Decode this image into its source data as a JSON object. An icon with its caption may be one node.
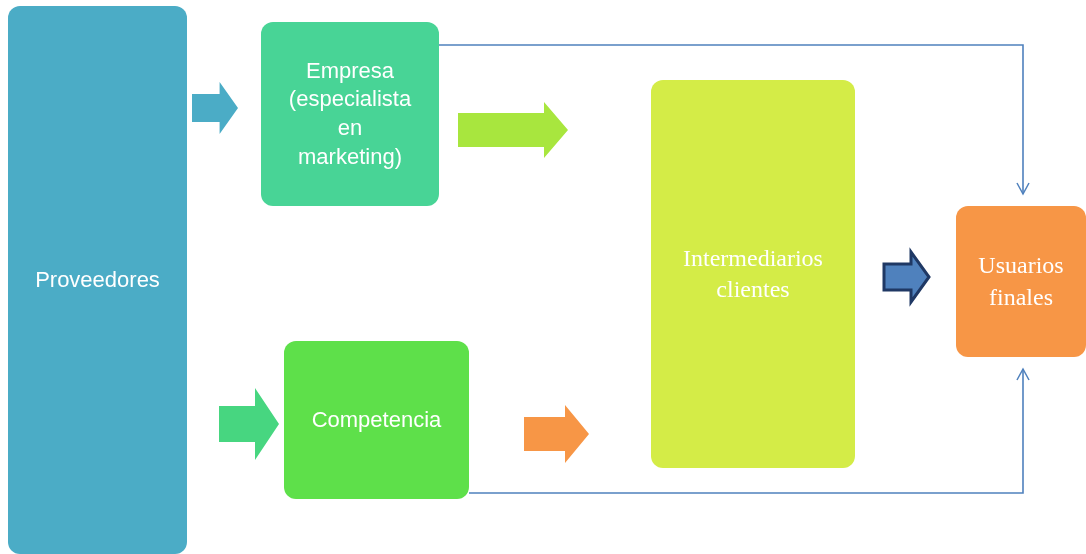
{
  "diagram": {
    "nodes": [
      {
        "text": [
          "Proveedores"
        ]
      },
      {
        "text": [
          "Empresa (especialista en marketing)"
        ]
      },
      {
        "text": [
          "Competencia"
        ]
      },
      {
        "text": [
          "Intermediarios clientes"
        ]
      },
      {
        "text": [
          "Usuarios finales"
        ]
      }
    ],
    "edges": [
      {
        "from": 0,
        "to": 1,
        "arrow": "to",
        "style": "thick",
        "color": "#4bacc6"
      },
      {
        "from": 0,
        "to": 2,
        "arrow": "to",
        "style": "thick",
        "color": "#47d680"
      },
      {
        "from": 1,
        "to": 3,
        "arrow": "to",
        "style": "thick",
        "color": "#a8e63e"
      },
      {
        "from": 2,
        "to": 3,
        "arrow": "to",
        "style": "thick",
        "color": "#f79646"
      },
      {
        "from": 3,
        "to": 4,
        "arrow": "to",
        "style": "thick",
        "color": "#4f81bd"
      },
      {
        "from": 1,
        "to": 4,
        "arrow": "to"
      },
      {
        "from": 2,
        "to": 4,
        "arrow": "to"
      }
    ]
  }
}
